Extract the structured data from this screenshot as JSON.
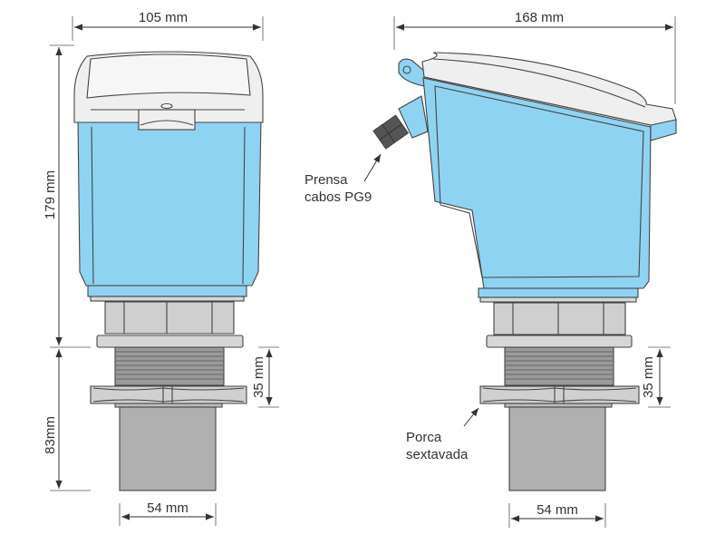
{
  "colors": {
    "housing_blue": "#8fd3f2",
    "lid_grey": "#efefef",
    "metal_grey": "#c8c8c8",
    "gland_dark": "#555555",
    "line": "#333333"
  },
  "front_view": {
    "width_label": "105 mm",
    "height_upper_label": "179 mm",
    "height_lower_label": "83mm",
    "thread_label": "35 mm",
    "tube_width_label": "54 mm"
  },
  "side_view": {
    "width_label": "168 mm",
    "thread_label": "35 mm",
    "tube_width_label": "54 mm",
    "gland_label_line1": "Prensa",
    "gland_label_line2": "cabos PG9",
    "nut_label_line1": "Porca",
    "nut_label_line2": "sextavada"
  }
}
